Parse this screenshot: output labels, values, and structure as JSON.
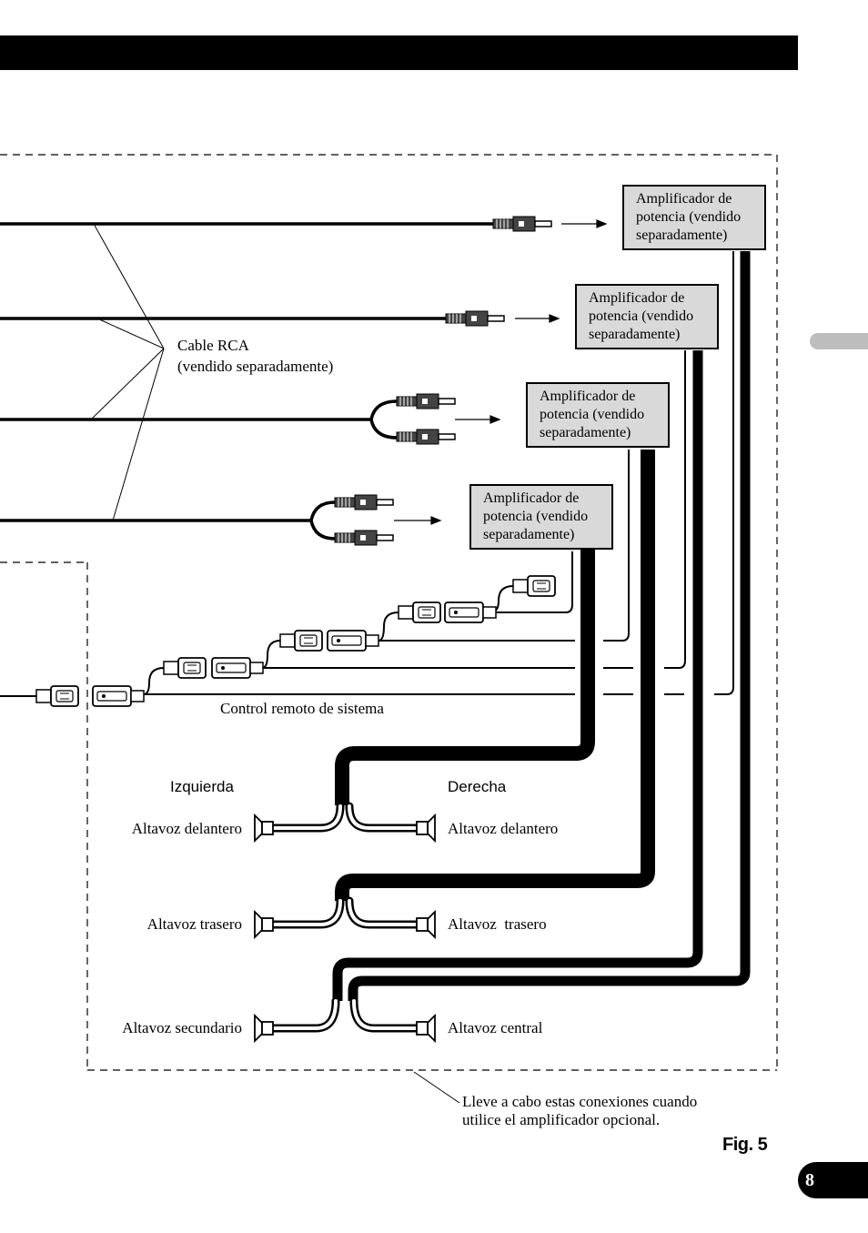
{
  "page": {
    "number": "8"
  },
  "figure": {
    "label": "Fig. 5"
  },
  "rca_cable": {
    "line1": "Cable RCA",
    "line2": "(vendido separadamente)"
  },
  "amplifiers": [
    {
      "line1": "Amplificador de",
      "line2": "potencia (vendido",
      "line3": "separadamente)"
    },
    {
      "line1": "Amplificador de",
      "line2": "potencia (vendido",
      "line3": "separadamente)"
    },
    {
      "line1": "Amplificador de",
      "line2": "potencia (vendido",
      "line3": "separadamente)"
    },
    {
      "line1": "Amplificador de",
      "line2": "potencia (vendido",
      "line3": "separadamente)"
    }
  ],
  "remote": {
    "label": "Control remoto de sistema"
  },
  "sides": {
    "left": "Izquierda",
    "right": "Derecha"
  },
  "speakers": {
    "front_left": "Altavoz delantero",
    "front_right": "Altavoz delantero",
    "rear_left": "Altavoz trasero",
    "rear_right": "Altavoz  trasero",
    "subwoofer": "Altavoz secundario",
    "center": "Altavoz central"
  },
  "note": {
    "line1": "Lleve a cabo estas conexiones cuando",
    "line2": "utilice el amplificador opcional."
  }
}
